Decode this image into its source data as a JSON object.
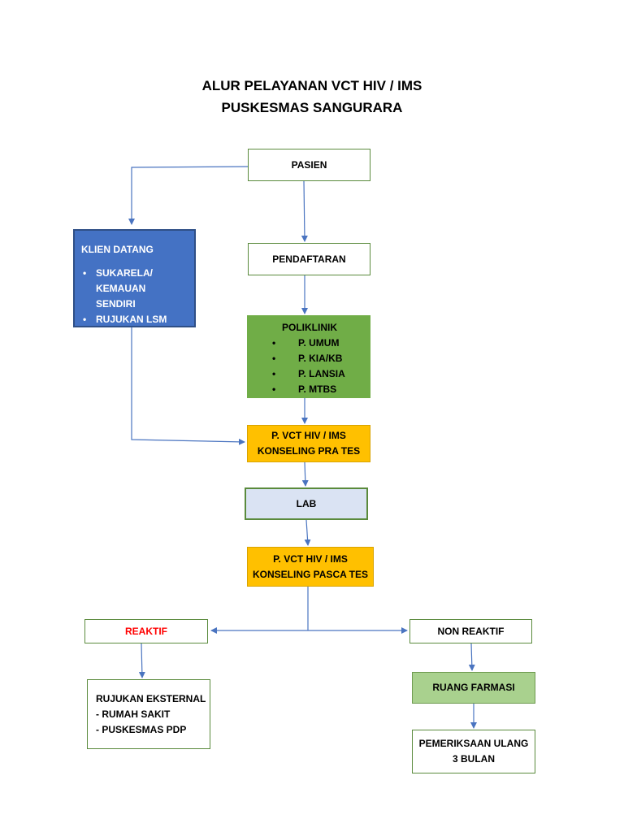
{
  "title": {
    "line1": "ALUR PELAYANAN VCT HIV / IMS",
    "line2": "PUSKESMAS SANGURARA"
  },
  "nodes": {
    "pasien": "PASIEN",
    "klien": {
      "title": "KLIEN DATANG",
      "items": [
        "SUKARELA/",
        "KEMAUAN SENDIRI",
        "RUJUKAN LSM"
      ]
    },
    "pendaftaran": "PENDAFTARAN",
    "poliklinik": {
      "title": "POLIKLINIK",
      "items": [
        "P. UMUM",
        "P. KIA/KB",
        "P. LANSIA",
        "P. MTBS"
      ]
    },
    "pra_tes": {
      "line1": "P. VCT HIV / IMS",
      "line2": "KONSELING PRA TES"
    },
    "lab": "LAB",
    "pasca_tes": {
      "line1": "P. VCT HIV / IMS",
      "line2": "KONSELING PASCA TES"
    },
    "reaktif": "REAKTIF",
    "non_reaktif": "NON REAKTIF",
    "rujukan": {
      "line1": "RUJUKAN EKSTERNAL",
      "line2": "- RUMAH SAKIT",
      "line3": "- PUSKESMAS PDP"
    },
    "farmasi": "RUANG FARMASI",
    "pemeriksaan": {
      "line1": "PEMERIKSAAN ULANG",
      "line2": "3 BULAN"
    }
  },
  "colors": {
    "connector": "#4a74c0",
    "reaktif_text": "#ff0000",
    "klien_fill": "#4472c4",
    "poliklinik_fill": "#70ad47",
    "konseling_fill": "#ffc000",
    "lab_fill": "#dae3f3",
    "farmasi_fill": "#a9d18e"
  }
}
